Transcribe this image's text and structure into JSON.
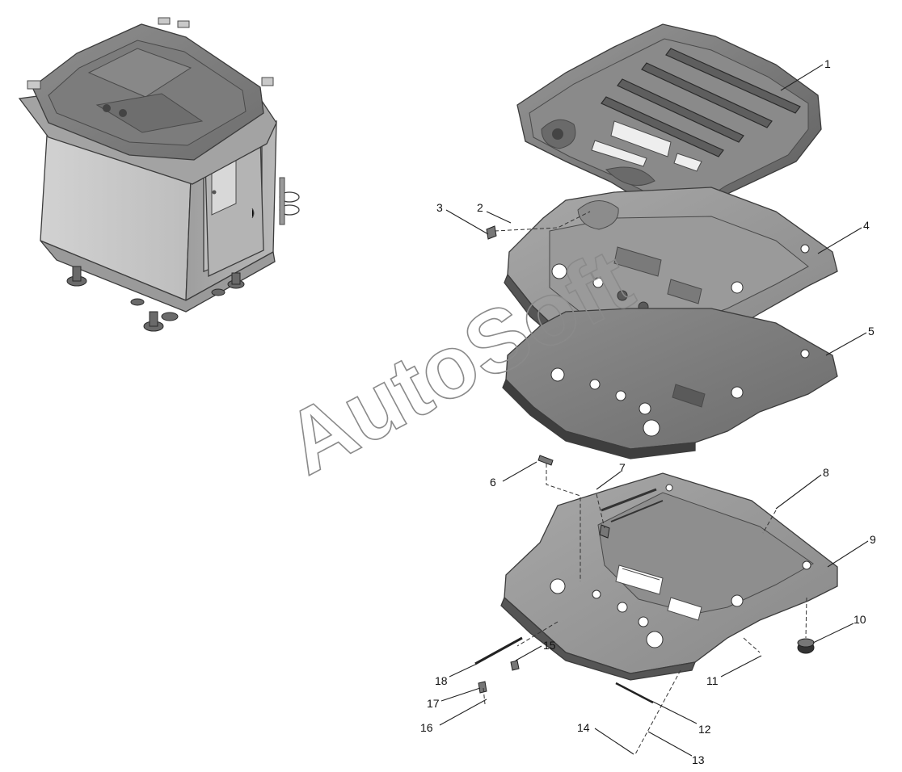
{
  "callouts": [
    {
      "id": "1"
    },
    {
      "id": "2"
    },
    {
      "id": "3"
    },
    {
      "id": "4"
    },
    {
      "id": "5"
    },
    {
      "id": "6"
    },
    {
      "id": "7"
    },
    {
      "id": "8"
    },
    {
      "id": "9"
    },
    {
      "id": "10"
    },
    {
      "id": "11"
    },
    {
      "id": "12"
    },
    {
      "id": "13"
    },
    {
      "id": "14"
    },
    {
      "id": "15"
    },
    {
      "id": "16"
    },
    {
      "id": "17"
    },
    {
      "id": "18"
    }
  ],
  "watermark": {
    "text": "AutoSoft"
  }
}
